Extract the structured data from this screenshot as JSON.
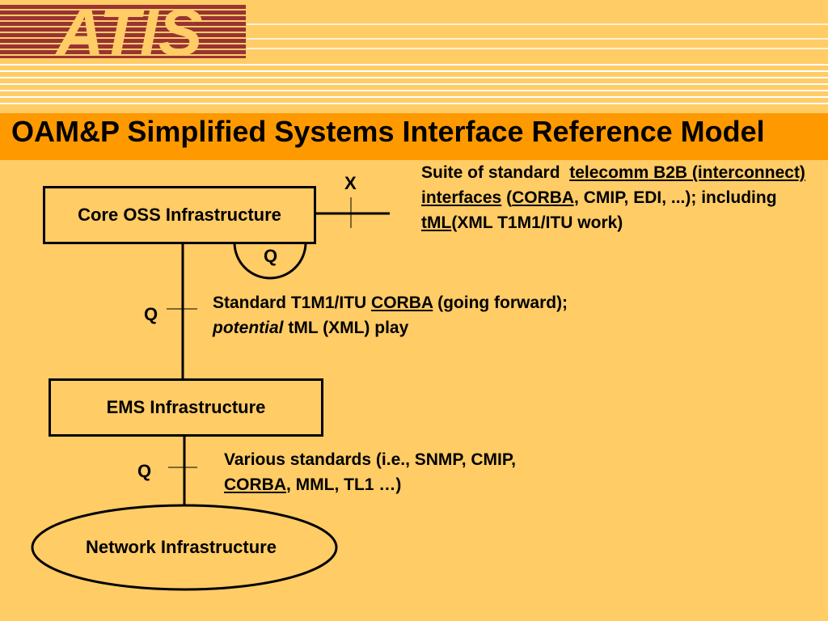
{
  "logo": {
    "text": "ATIS",
    "color": "#993333"
  },
  "title": "OAM&P Simplified Systems Interface Reference Model",
  "colors": {
    "background": "#FFCC66",
    "title_bar": "#FF9900",
    "stripe": "#FFFFFF",
    "logo": "#993333"
  },
  "boxes": {
    "core_oss": "Core OSS Infrastructure",
    "ems": "EMS Infrastructure",
    "network": "Network Infrastructure"
  },
  "interfaces": {
    "x": "X",
    "q_loop": "Q",
    "q_oss_ems": "Q",
    "q_ems_network": "Q"
  },
  "notes": {
    "x_note": {
      "p1": "Suite of standard",
      "p2": "telecomm B2B (interconnect) interfaces",
      "p3": "(",
      "p4": "CORBA,",
      "p5": " CMIP, EDI, ...); including ",
      "p6": "tML",
      "p7": "(XML T1M1/ITU work)"
    },
    "q1_note": {
      "p1": "Standard T1M1/ITU ",
      "p2": "CORBA",
      "p3": " (going forward);",
      "p4": "potential",
      "p5": " tML (XML) play"
    },
    "q2_note": {
      "p1": "Various standards (i.e., SNMP, CMIP,",
      "p2": "CORBA",
      "p3": ", MML, TL1 …)"
    }
  }
}
